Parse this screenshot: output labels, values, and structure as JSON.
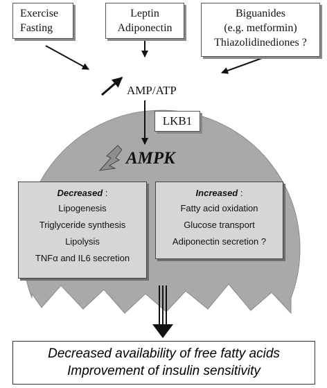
{
  "inputs": {
    "exercise_fasting": [
      "Exercise",
      "Fasting"
    ],
    "leptin_adiponectin": [
      "Leptin",
      "Adiponectin"
    ],
    "biguanides": [
      "Biguanides",
      "(e.g. metformin)",
      "Thiazolidinediones ?"
    ]
  },
  "amp_atp": "AMP/ATP",
  "lkb1": "LKB1",
  "ampk": "AMPK",
  "decreased": {
    "title": "Decreased",
    "colon": " :",
    "items": [
      "Lipogenesis",
      "Triglyceride synthesis",
      "Lipolysis",
      "TNFα and IL6 secretion"
    ]
  },
  "increased": {
    "title": "Increased",
    "colon": " :",
    "items": [
      "Fatty acid oxidation",
      "Glucose transport",
      "Adiponectin secretion ?"
    ]
  },
  "result": [
    "Decreased availability of free fatty acids",
    "Improvement of insulin sensitivity"
  ],
  "colors": {
    "cell_fill": "#a8a8a8",
    "panel_fill": "#d6d6d6",
    "lightning": "#8e8e8e"
  }
}
